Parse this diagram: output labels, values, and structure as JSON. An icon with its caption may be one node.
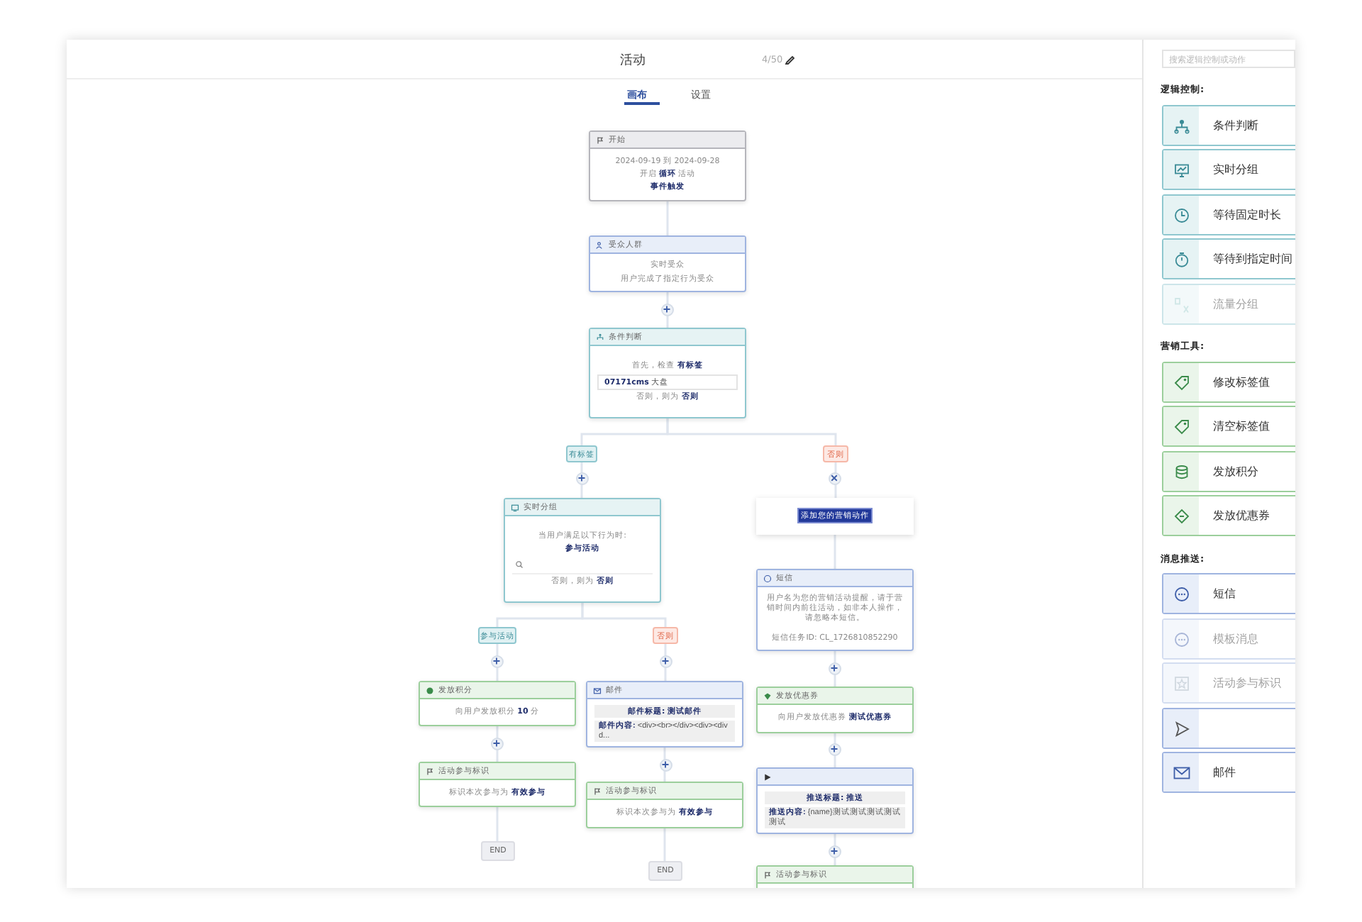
{
  "diagram": {
    "title": "活动",
    "nodes": [
      {
        "text": [
          "开始",
          "2024-09-19 到 2024-09-28",
          "开启 **循环** 活动",
          "事件触发"
        ]
      },
      {
        "text": [
          "受众人群",
          "实时受众",
          "用户完成了指定行为受众"
        ]
      },
      {
        "text": [
          "条件判断",
          "首先，检查 **有标签**",
          "**07171cms** 大盘",
          "否则，则为 **否则**"
        ]
      },
      {
        "text": [
          "有标签"
        ]
      },
      {
        "text": [
          "否则"
        ]
      },
      {
        "text": [
          "实时分组",
          "当用户满足以下行为时:",
          "参与活动",
          "否则，则为 **否则**"
        ]
      },
      {
        "text": [
          "添加您的营销动作"
        ]
      },
      {
        "text": [
          "短信",
          "用户名为您的营销活动提醒，请于营销时间内前往活动，如非本人操作，请忽略本短信。",
          "短信任务ID: CL_1726810852290"
        ]
      },
      {
        "text": [
          "参与活动"
        ]
      },
      {
        "text": [
          "否则"
        ]
      },
      {
        "text": [
          "发放积分",
          "向用户发放积分 **10** 分"
        ]
      },
      {
        "text": [
          "邮件",
          "邮件标题: 测试邮件",
          "**邮件内容:** <div><br></div><div><div d..."
        ]
      },
      {
        "text": [
          "发放优惠券",
          "向用户发放优惠券 **测试优惠券**"
        ]
      },
      {
        "text": [
          "活动参与标识",
          "标识本次参与为 **有效参与**"
        ]
      },
      {
        "text": [
          "活动参与标识",
          "标识本次参与为 **有效参与**"
        ]
      },
      {
        "text": [
          "推送标题: 推送",
          "**推送内容:** {name}测试测试测试测试测试"
        ]
      },
      {
        "text": [
          "END"
        ]
      },
      {
        "text": [
          "END"
        ]
      },
      {
        "text": [
          "活动参与标识"
        ]
      },
      {
        "text": [
          "条件判断"
        ]
      },
      {
        "text": [
          "实时分组"
        ]
      },
      {
        "text": [
          "等待固定时长"
        ]
      },
      {
        "text": [
          "等待到指定时间"
        ]
      },
      {
        "text": [
          "流量分组"
        ]
      },
      {
        "text": [
          "修改标签值"
        ]
      },
      {
        "text": [
          "清空标签值"
        ]
      },
      {
        "text": [
          "发放积分"
        ]
      },
      {
        "text": [
          "发放优惠券"
        ]
      },
      {
        "text": [
          "短信"
        ]
      },
      {
        "text": [
          "模板消息"
        ]
      },
      {
        "text": [
          "活动参与标识"
        ]
      },
      {
        "text": [],
        "shape": "box"
      },
      {
        "text": [
          "邮件"
        ]
      }
    ],
    "edges": [
      {
        "from": 0,
        "to": 1,
        "arrow": "none"
      },
      {
        "from": 1,
        "to": 2,
        "arrow": "none"
      },
      {
        "from": 2,
        "to": 3,
        "arrow": "none"
      },
      {
        "from": 2,
        "to": 4,
        "arrow": "none"
      },
      {
        "from": 3,
        "to": 5,
        "arrow": "none"
      },
      {
        "from": 4,
        "to": 6,
        "arrow": "none"
      },
      {
        "from": 6,
        "to": 7,
        "arrow": "none"
      },
      {
        "from": 5,
        "to": 8,
        "arrow": "none"
      },
      {
        "from": 5,
        "to": 9,
        "arrow": "none"
      },
      {
        "from": 8,
        "to": 10,
        "arrow": "none"
      },
      {
        "from": 10,
        "to": 13,
        "arrow": "none"
      },
      {
        "from": 13,
        "to": 16,
        "arrow": "none"
      },
      {
        "from": 9,
        "to": 11,
        "arrow": "none"
      },
      {
        "from": 11,
        "to": 14,
        "arrow": "none"
      },
      {
        "from": 14,
        "to": 17,
        "arrow": "none"
      },
      {
        "from": 7,
        "to": 12,
        "arrow": "none"
      },
      {
        "from": 12,
        "to": 15,
        "arrow": "none"
      },
      {
        "from": 15,
        "to": 18,
        "arrow": "none"
      }
    ],
    "labels": [
      "4/50",
      "画布",
      "设置",
      "搜索逻辑控制或动作",
      "逻辑控制:",
      "营销工具:",
      "消息推送:"
    ]
  }
}
